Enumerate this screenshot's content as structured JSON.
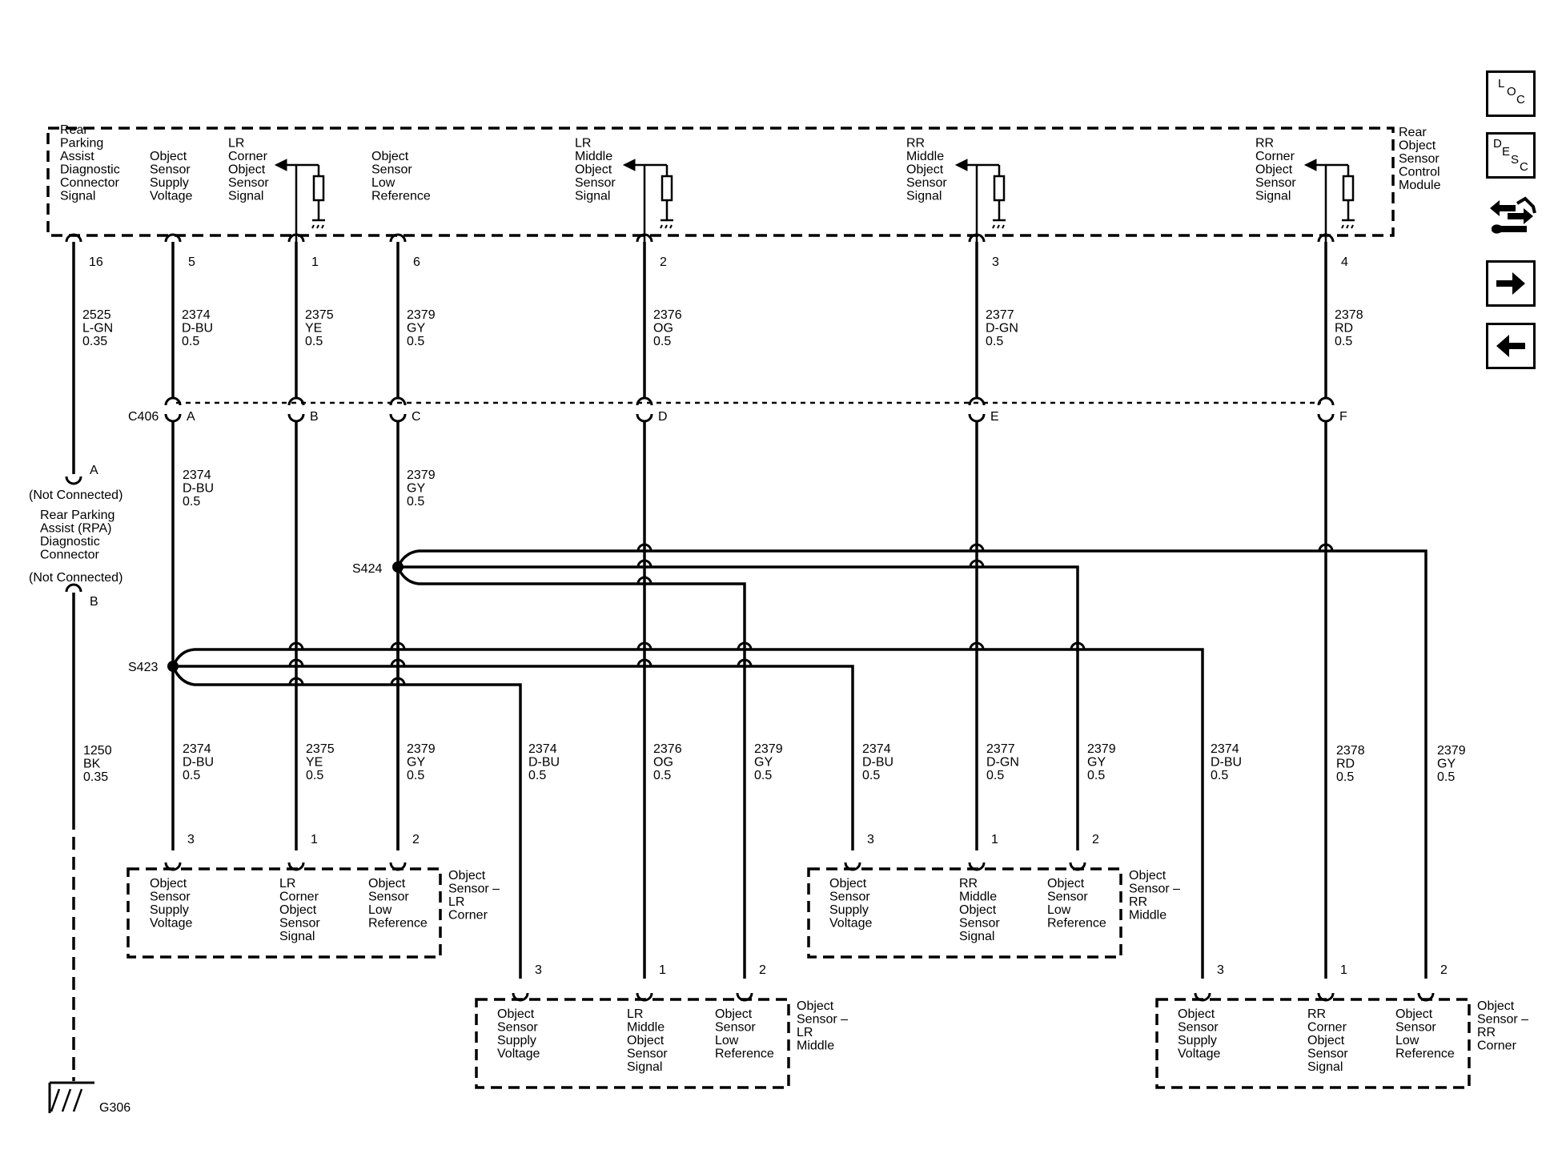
{
  "module": {
    "name": [
      "Rear",
      "Object",
      "Sensor",
      "Control",
      "Module"
    ],
    "signals": [
      {
        "label": [
          "Rear",
          "Parking",
          "Assist",
          "Diagnostic",
          "Connector",
          "Signal"
        ],
        "pin": "16",
        "circuit": "2525",
        "color": "L-GN",
        "size": "0.35"
      },
      {
        "label": [
          "Object",
          "Sensor",
          "Supply",
          "Voltage"
        ],
        "pin": "5",
        "circuit": "2374",
        "color": "D-BU",
        "size": "0.5"
      },
      {
        "label": [
          "LR",
          "Corner",
          "Object",
          "Sensor",
          "Signal"
        ],
        "pin": "1",
        "circuit": "2375",
        "color": "YE",
        "size": "0.5"
      },
      {
        "label": [
          "Object",
          "Sensor",
          "Low",
          "Reference"
        ],
        "pin": "6",
        "circuit": "2379",
        "color": "GY",
        "size": "0.5"
      },
      {
        "label": [
          "LR",
          "Middle",
          "Object",
          "Sensor",
          "Signal"
        ],
        "pin": "2",
        "circuit": "2376",
        "color": "OG",
        "size": "0.5"
      },
      {
        "label": [
          "RR",
          "Middle",
          "Object",
          "Sensor",
          "Signal"
        ],
        "pin": "3",
        "circuit": "2377",
        "color": "D-GN",
        "size": "0.5"
      },
      {
        "label": [
          "RR",
          "Corner",
          "Object",
          "Sensor",
          "Signal"
        ],
        "pin": "4",
        "circuit": "2378",
        "color": "RD",
        "size": "0.5"
      }
    ]
  },
  "inline_connector": {
    "name": "C406",
    "pins": [
      "A",
      "B",
      "C",
      "D",
      "E",
      "F"
    ],
    "wires_below": [
      {
        "circuit": "2374",
        "color": "D-BU",
        "size": "0.5"
      },
      {
        "circuit": "2379",
        "color": "GY",
        "size": "0.5"
      }
    ]
  },
  "splices": {
    "s424": "S424",
    "s423": "S423"
  },
  "rpa_connector": {
    "pin_a": "A",
    "pin_b": "B",
    "not_connected": "(Not Connected)",
    "name": [
      "Rear Parking",
      "Assist (RPA)",
      "Diagnostic",
      "Connector"
    ]
  },
  "ground": {
    "name": "G306",
    "circuit": "1250",
    "color": "BK",
    "size": "0.35"
  },
  "sensor_wires": [
    {
      "circuit": "2374",
      "color": "D-BU",
      "size": "0.5"
    },
    {
      "circuit": "2375",
      "color": "YE",
      "size": "0.5"
    },
    {
      "circuit": "2379",
      "color": "GY",
      "size": "0.5"
    },
    {
      "circuit": "2374",
      "color": "D-BU",
      "size": "0.5"
    },
    {
      "circuit": "2376",
      "color": "OG",
      "size": "0.5"
    },
    {
      "circuit": "2379",
      "color": "GY",
      "size": "0.5"
    },
    {
      "circuit": "2374",
      "color": "D-BU",
      "size": "0.5"
    },
    {
      "circuit": "2377",
      "color": "D-GN",
      "size": "0.5"
    },
    {
      "circuit": "2379",
      "color": "GY",
      "size": "0.5"
    },
    {
      "circuit": "2374",
      "color": "D-BU",
      "size": "0.5"
    },
    {
      "circuit": "2378",
      "color": "RD",
      "size": "0.5"
    },
    {
      "circuit": "2379",
      "color": "GY",
      "size": "0.5"
    }
  ],
  "sensors": [
    {
      "name": [
        "Object",
        "Sensor –",
        "LR",
        "Corner"
      ],
      "pins": [
        "3",
        "1",
        "2"
      ],
      "signal": [
        "LR",
        "Corner",
        "Object",
        "Sensor",
        "Signal"
      ]
    },
    {
      "name": [
        "Object",
        "Sensor –",
        "LR",
        "Middle"
      ],
      "pins": [
        "3",
        "1",
        "2"
      ],
      "signal": [
        "LR",
        "Middle",
        "Object",
        "Sensor",
        "Signal"
      ]
    },
    {
      "name": [
        "Object",
        "Sensor –",
        "RR",
        "Middle"
      ],
      "pins": [
        "3",
        "1",
        "2"
      ],
      "signal": [
        "RR",
        "Middle",
        "Object",
        "Sensor",
        "Signal"
      ]
    },
    {
      "name": [
        "Object",
        "Sensor –",
        "RR",
        "Corner"
      ],
      "pins": [
        "3",
        "1",
        "2"
      ],
      "signal": [
        "RR",
        "Corner",
        "Object",
        "Sensor",
        "Signal"
      ]
    }
  ],
  "sensor_common": {
    "supply": [
      "Object",
      "Sensor",
      "Supply",
      "Voltage"
    ],
    "lowref": [
      "Object",
      "Sensor",
      "Low",
      "Reference"
    ]
  },
  "nav": {
    "loc": [
      "L",
      "O",
      "C"
    ],
    "desc": [
      "D",
      "E",
      "S",
      "C"
    ],
    "icons": [
      "component-view-icon",
      "next-page-arrow-icon",
      "previous-page-arrow-icon"
    ]
  }
}
